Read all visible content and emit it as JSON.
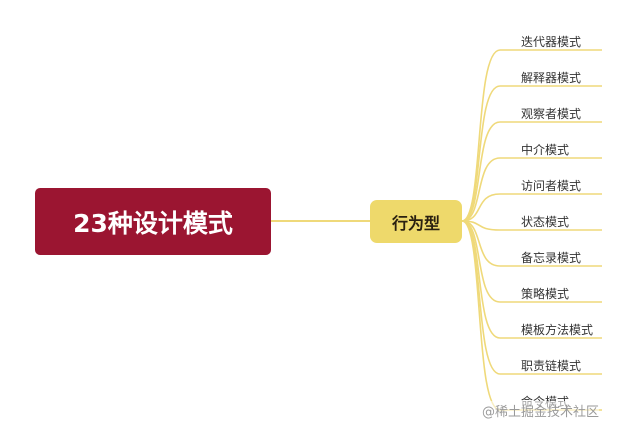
{
  "root": {
    "label": "23种设计模式",
    "color": "#9b1531"
  },
  "branch": {
    "label": "行为型",
    "color": "#eed96b"
  },
  "connector_color": "#efd97a",
  "leaves": [
    "迭代器模式",
    "解释器模式",
    "观察者模式",
    "中介模式",
    "访问者模式",
    "状态模式",
    "备忘录模式",
    "策略模式",
    "模板方法模式",
    "职责链模式",
    "命令模式"
  ],
  "watermark": "@稀土掘金技术社区"
}
